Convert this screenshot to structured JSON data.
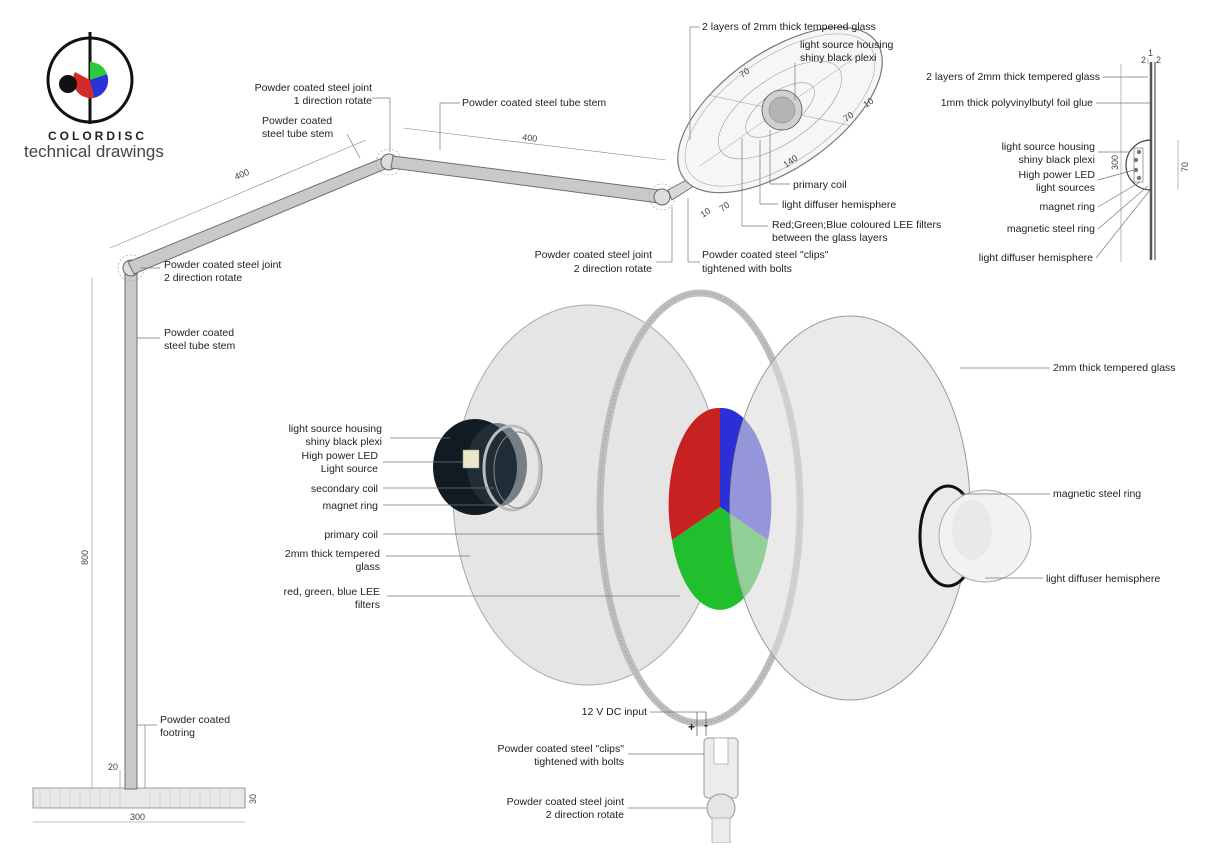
{
  "brand": {
    "name": "COLORDISC",
    "subtitle": "technical drawings",
    "colors": {
      "red": "#d42a2a",
      "green": "#2ec93c",
      "blue": "#2a33d4",
      "black": "#111111"
    }
  },
  "colors": {
    "red_filter": "#c82121",
    "green_filter": "#1fbf2e",
    "blue_filter": "#2c2fd6",
    "glass": "#dcdcdc",
    "steel": "#c9c9c9"
  },
  "labels": {
    "joint_top_left": [
      "Powder coated steel joint",
      "1 direction rotate"
    ],
    "tube_stem_upper_left": [
      "Powder coated",
      "steel tube stem"
    ],
    "tube_stem_top": "Powder coated steel tube stem",
    "joint_lower_left": [
      "Powder coated steel joint",
      "2 direction rotate"
    ],
    "tube_stem_vertical": [
      "Powder coated",
      "steel tube stem"
    ],
    "footring": [
      "Powder coated",
      "footring"
    ],
    "joint_right": [
      "Powder coated steel joint",
      "2 direction rotate"
    ],
    "clips_top": [
      "Powder coated steel \"clips\"",
      "tightened with bolts"
    ],
    "glass_top": "2 layers of 2mm thick tempered glass",
    "housing_top": [
      "light source housing",
      "shiny black plexi"
    ],
    "primary_coil_top": "primary coil",
    "diffuser_top": "light diffuser hemisphere",
    "filters_top": [
      "Red;Green;Blue coloured LEE filters",
      "between the glass layers"
    ],
    "section": {
      "glass": "2 layers of 2mm thick tempered glass",
      "foil": "1mm thick polyvinylbutyl foil glue",
      "housing": [
        "light source housing",
        "shiny black plexi"
      ],
      "led": [
        "High power LED",
        "light sources"
      ],
      "magnet_ring": "magnet ring",
      "steel_ring": "magnetic steel ring",
      "diffuser": "light diffuser hemisphere"
    },
    "exploded": {
      "housing": [
        "light source housing",
        "shiny black plexi"
      ],
      "led": [
        "High power LED",
        "Light source"
      ],
      "secondary_coil": "secondary coil",
      "magnet_ring": "magnet ring",
      "primary_coil": "primary coil",
      "glass_left": [
        "2mm thick tempered",
        "glass"
      ],
      "filters": [
        "red, green, blue LEE",
        "filters"
      ],
      "glass_right": "2mm thick tempered glass",
      "steel_ring": "magnetic steel ring",
      "diffuser": "light diffuser hemisphere",
      "dc_input": "12 V DC input",
      "plus": "+",
      "minus": "-",
      "clips": [
        "Powder coated steel \"clips\"",
        "tightened with bolts"
      ],
      "joint": [
        "Powder coated steel joint",
        "2 direction rotate"
      ]
    }
  },
  "dimensions": {
    "arm_lower": "400",
    "arm_upper": "400",
    "height": "800",
    "base_width": "300",
    "base_height": "30",
    "footring_gap": "20",
    "disc_70_a": "70",
    "disc_70_b": "70",
    "disc_70_c": "70",
    "disc_10_a": "10",
    "disc_10_b": "10",
    "disc_140": "140",
    "section_1": "1",
    "section_2a": "2",
    "section_2b": "2",
    "section_300": "300",
    "section_70": "70"
  }
}
